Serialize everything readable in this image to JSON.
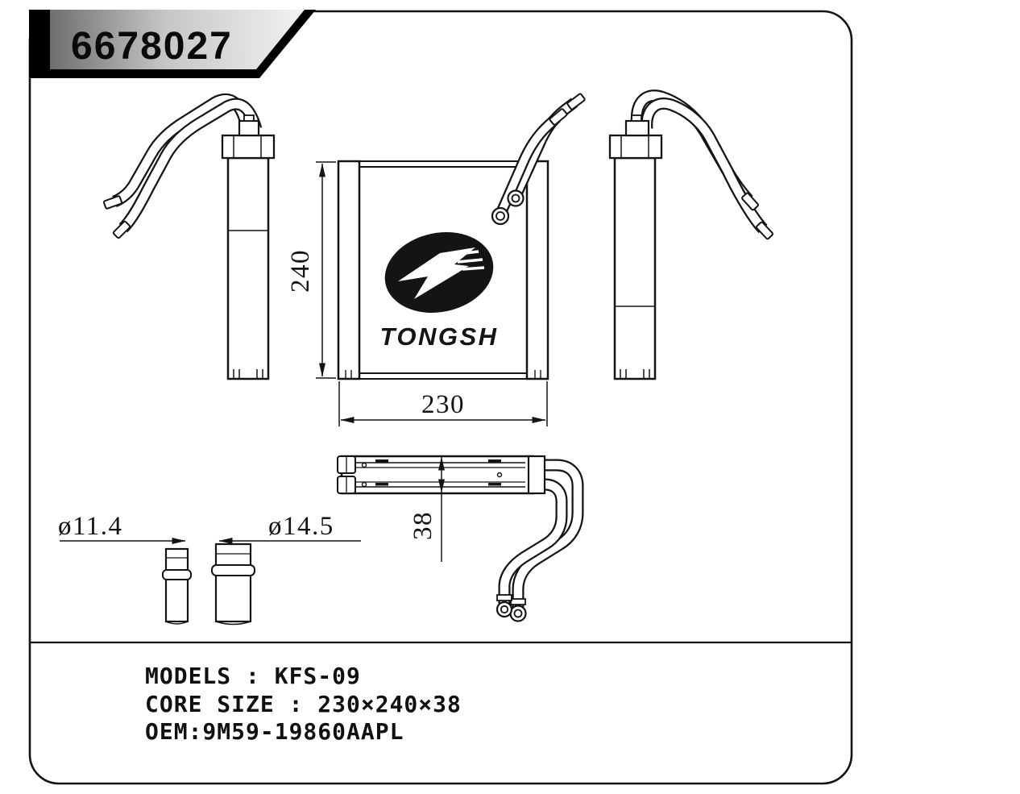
{
  "title_block": {
    "part_number": "6678027"
  },
  "logo": {
    "brand": "TONGSH"
  },
  "dimensions": {
    "core_height": "240",
    "core_width": "230",
    "core_depth": "38",
    "inlet_pipe_diameter": "ø11.4",
    "outlet_pipe_diameter": "ø14.5"
  },
  "specs": {
    "models": "MODELS : KFS-09",
    "core_size": "CORE SIZE : 230×240×38",
    "oem": "OEM:9M59-19860AAPL"
  },
  "colors": {
    "line": "#141414",
    "background": "#ffffff",
    "banner_shadow": "#000000",
    "banner_gradient_dark": "#6e6e6e",
    "banner_gradient_light": "#f2f2f2"
  }
}
